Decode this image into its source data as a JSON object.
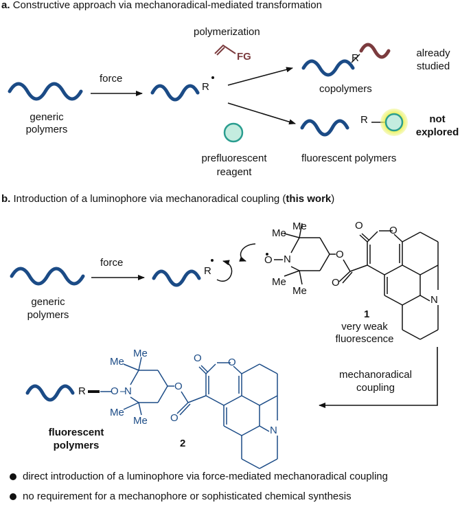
{
  "section_a": {
    "title_prefix": "a.",
    "title": "Constructive approach via mechanoradical-mediated transformation",
    "force": "force",
    "generic_polymers_1": "generic",
    "generic_polymers_2": "polymers",
    "radical_R": "R",
    "polymerization": "polymerization",
    "fg": "FG",
    "copolymer_R": "R",
    "copolymers": "copolymers",
    "already_studied_1": "already",
    "already_studied_2": "studied",
    "prefluorescent_1": "prefluorescent",
    "prefluorescent_2": "reagent",
    "fluorescent_R": "R",
    "fluorescent_polymers": "fluorescent polymers",
    "not_explored_1": "not",
    "not_explored_2": "explored"
  },
  "section_b": {
    "title_prefix": "b.",
    "title_main": "Introduction of a luminophore via mechanoradical coupling (",
    "title_bold": "this work",
    "title_end": ")",
    "force": "force",
    "generic_polymers_1": "generic",
    "generic_polymers_2": "polymers",
    "radical_R": "R",
    "compound_number_1": "1",
    "very_weak_1": "very weak",
    "very_weak_2": "fluorescence",
    "mechanoradical_1": "mechanoradical",
    "mechanoradical_2": "coupling",
    "product_R": "R",
    "fluorescent_1": "fluorescent",
    "fluorescent_2": "polymers",
    "compound_number_2": "2",
    "atoms": {
      "me": "Me",
      "o": "O",
      "n": "N"
    }
  },
  "bullets": [
    "direct introduction of a luminophore via force-mediated mechanoradical coupling",
    "no requirement for a mechanophore or sophisticated chemical synthesis"
  ],
  "colors": {
    "polymer_blue": "#1b4b86",
    "monomer_red": "#7b3b3e",
    "dye_teal": "#2a9d8f",
    "highlight_yellow": "#e8f03a"
  }
}
